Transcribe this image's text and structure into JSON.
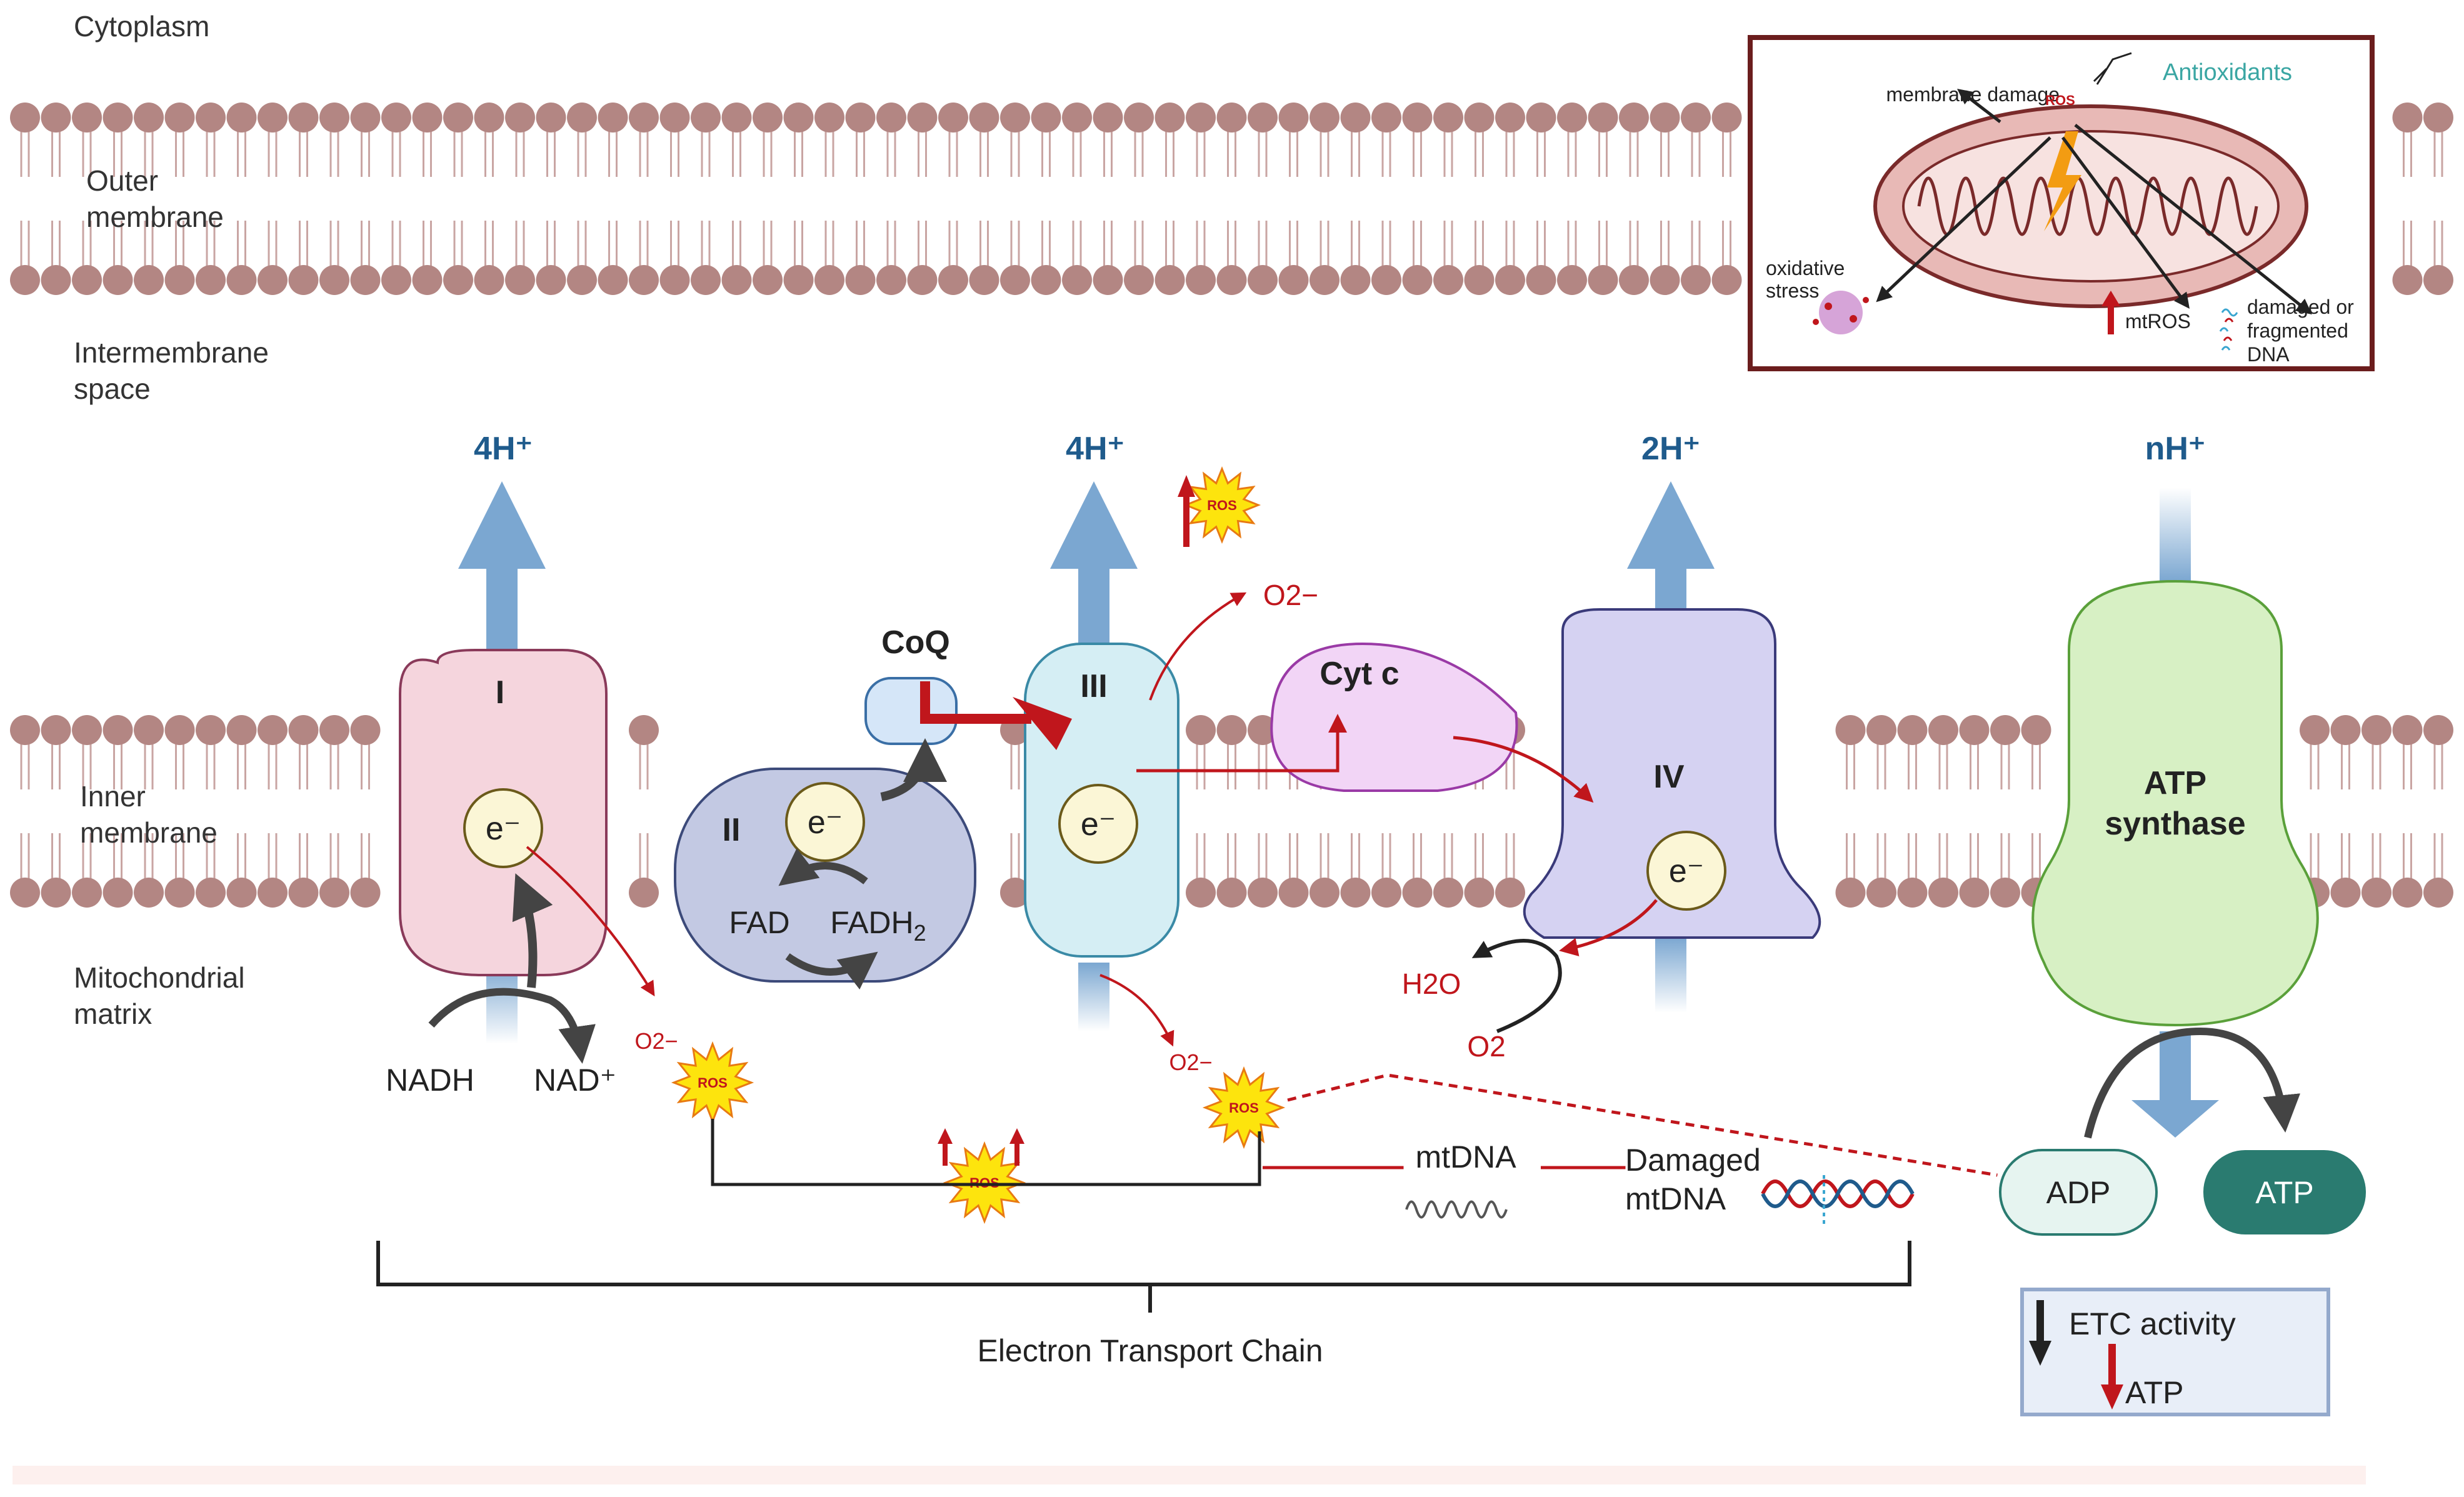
{
  "regions": {
    "cytoplasm": "Cytoplasm",
    "outer_membrane": [
      "Outer",
      "membrane"
    ],
    "intermembrane_space": [
      "Intermembrane",
      "space"
    ],
    "inner_membrane": [
      "Inner",
      "membrane"
    ],
    "matrix": [
      "Mitochondrial",
      "matrix"
    ]
  },
  "proton_labels": {
    "complex_I": "4H⁺",
    "complex_III": "4H⁺",
    "complex_IV": "2H⁺",
    "atp_synthase": "nH⁺"
  },
  "complexes": {
    "I": "I",
    "II": "II",
    "III": "III",
    "IV": "IV",
    "coq": "CoQ",
    "cyt_c": "Cyt c",
    "atp_synthase": [
      "ATP",
      "synthase"
    ]
  },
  "electron": "e⁻",
  "substrates": {
    "nadh": "NADH",
    "nad": "NAD⁺",
    "fad": "FAD",
    "fadh2_base": "FADH",
    "fadh2_sub": "2",
    "h2o": "H2O",
    "o2": "O2",
    "adp": "ADP",
    "atp": "ATP"
  },
  "superoxide_label": "O2−",
  "ros_label": "ROS",
  "mtdna": {
    "mtdna": "mtDNA",
    "damaged": [
      "Damaged",
      "mtDNA"
    ]
  },
  "etc_label": "Electron Transport Chain",
  "effects_box": {
    "etc_activity": "ETC  activity",
    "atp": "ATP"
  },
  "inset": {
    "antioxidants": "Antioxidants",
    "membrane_damage": "membrane damage",
    "oxidative_stress": [
      "oxidative",
      "stress"
    ],
    "mtros": "mtROS",
    "damaged_dna": [
      "damaged or",
      "fragmented",
      "DNA"
    ],
    "ros": "ROS"
  },
  "colors": {
    "membrane_head": "#b38683",
    "membrane_tail": "#c9a5a3",
    "proton_arrow": "#7ba7d1",
    "complex_I": "#f5d5dd",
    "complex_II": "#c3c9e3",
    "complex_III": "#d5eef4",
    "complex_IV": "#d5d2f2",
    "cyt_c": "#f2d5f6",
    "atp_synthase": "#d7f0c4",
    "ros_star": "#fde40d",
    "red": "#c0161c",
    "inset_border": "#6b1d1d",
    "antioxidants": "#3aa6a3",
    "atp_pill": "#2a7b70",
    "adp_pill": "#e6f4f0",
    "effects_box_bg": "#e8eef8",
    "effects_box_border": "#94a9cc",
    "footer_bar": "#fdf0ee"
  }
}
